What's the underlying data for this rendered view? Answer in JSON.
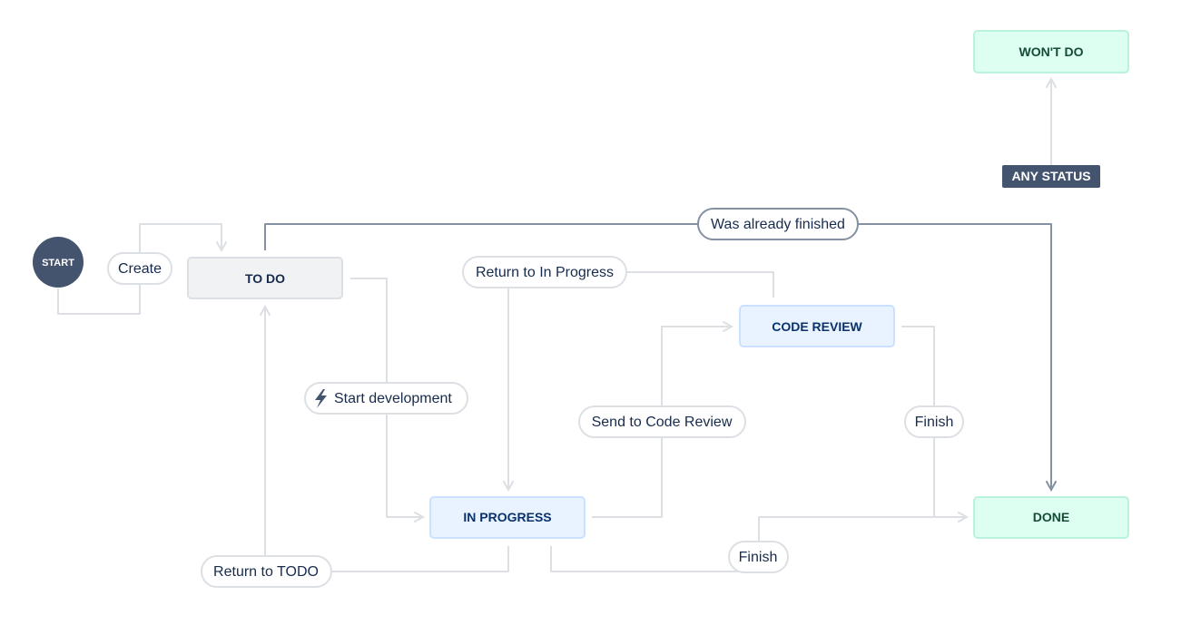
{
  "diagram": {
    "start": {
      "label": "START"
    },
    "statuses": [
      {
        "id": "wontdo",
        "label": "WON'T DO"
      },
      {
        "id": "todo",
        "label": "TO DO"
      },
      {
        "id": "codereview",
        "label": "CODE REVIEW"
      },
      {
        "id": "inprogress",
        "label": "IN PROGRESS"
      },
      {
        "id": "done",
        "label": "DONE"
      }
    ],
    "any_status": {
      "label": "ANY STATUS"
    },
    "transitions": [
      {
        "id": "create",
        "label": "Create"
      },
      {
        "id": "was_already_finished",
        "label": "Was already finished"
      },
      {
        "id": "return_to_in_progress",
        "label": "Return to In Progress"
      },
      {
        "id": "start_development",
        "label": "Start development",
        "icon": "lightning-icon"
      },
      {
        "id": "send_to_code_review",
        "label": "Send to Code Review"
      },
      {
        "id": "finish_from_review",
        "label": "Finish"
      },
      {
        "id": "finish_from_progress",
        "label": "Finish"
      },
      {
        "id": "return_to_todo",
        "label": "Return to TODO"
      }
    ]
  },
  "colors": {
    "todo_fill": "#f1f2f4",
    "todo_stroke": "#dcdfe4",
    "todo_text": "#172b4d",
    "inprogress_fill": "#e9f2ff",
    "inprogress_stroke": "#cce0ff",
    "inprogress_text": "#09326c",
    "done_fill": "#dcfff1",
    "done_stroke": "#baf3db",
    "done_text": "#164b35",
    "start_fill": "#44546f",
    "any_status_fill": "#44546f",
    "line_light": "#dcdfe4",
    "line_dark": "#8590a2"
  }
}
